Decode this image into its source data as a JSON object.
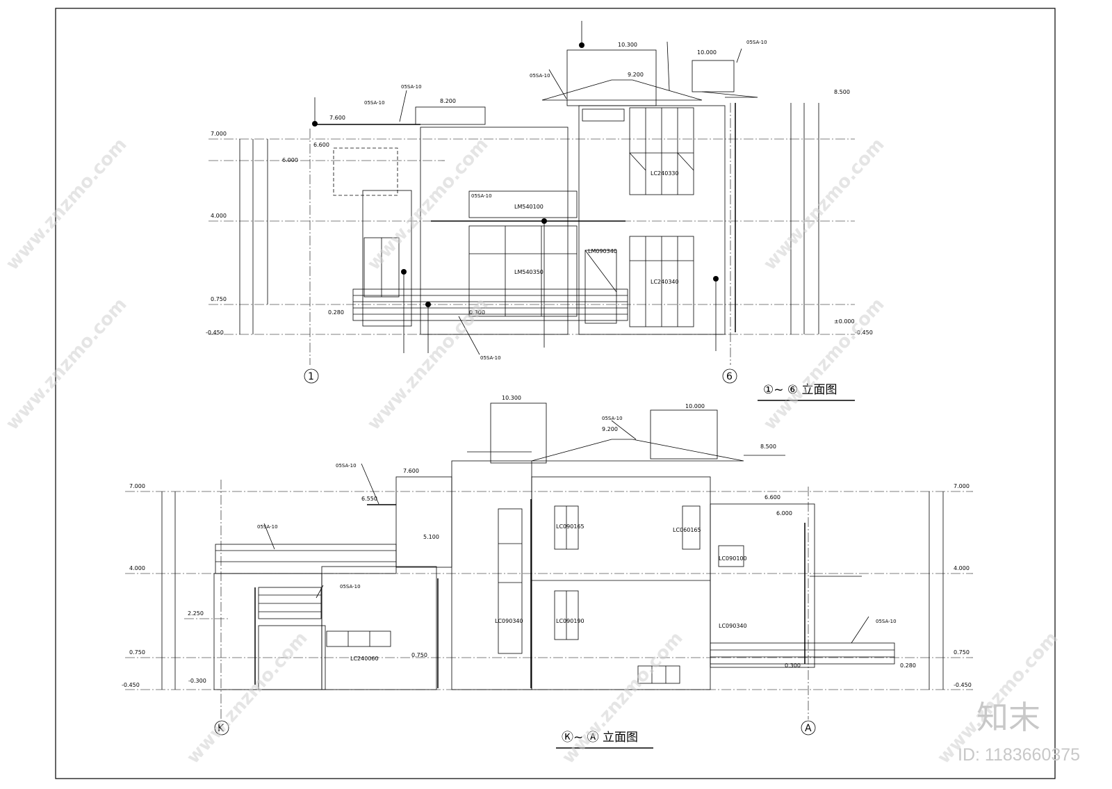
{
  "drawing": {
    "top_view": {
      "title": "①~ ⑥ 立面图",
      "axis_left": "1",
      "axis_right": "6",
      "levels": [
        "7.000",
        "6.000",
        "4.000",
        "0.750",
        "-0.450",
        "7.600",
        "8.200",
        "6.600",
        "10.300",
        "9.200",
        "10.000",
        "8.500",
        "0.280",
        "0.300",
        "±0.000",
        "-0.450"
      ],
      "windows": [
        "LC240330",
        "LM540100",
        "LM090340",
        "LM540350",
        "LC240340"
      ],
      "refs": [
        "05SA-10",
        "05SA-10",
        "05SA-10",
        "05SA-10",
        "05SA-10",
        "05SA-10"
      ]
    },
    "bottom_view": {
      "title": "Ⓚ~ Ⓐ 立面图",
      "axis_left": "K",
      "axis_right": "A",
      "levels": [
        "7.000",
        "4.000",
        "2.250",
        "0.750",
        "-0.450",
        "-0.300",
        "7.600",
        "6.550",
        "5.100",
        "0.750",
        "10.300",
        "9.200",
        "10.000",
        "8.500",
        "6.600",
        "6.000",
        "0.300",
        "0.280",
        "7.000",
        "4.000",
        "0.750",
        "-0.450"
      ],
      "windows": [
        "LC090165",
        "LC060165",
        "LC090100",
        "LC090340",
        "LC090190",
        "LC090340",
        "LC240060"
      ],
      "refs": [
        "05SA-10",
        "05SA-10",
        "05SA-10",
        "05SA-10",
        "05SA-10"
      ]
    }
  },
  "watermarks": {
    "site": "www.znzmo.com",
    "brand_glyph": "知末",
    "brand": "知末",
    "id": "ID: 1183660375"
  }
}
